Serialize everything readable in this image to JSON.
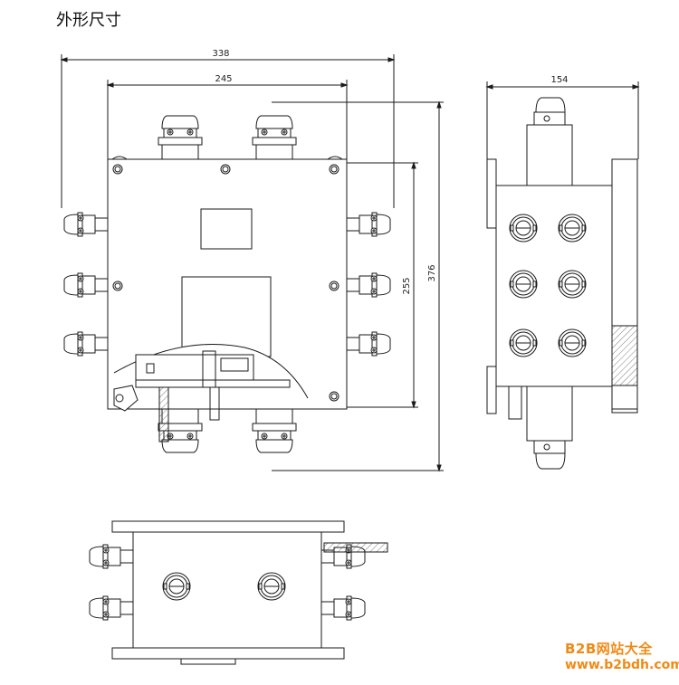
{
  "heading": "外形尺寸",
  "dimensions": {
    "overall_width": "338",
    "body_width": "245",
    "height_inner": "255",
    "height_overall": "376",
    "side_depth": "154"
  },
  "watermark": {
    "line1": "B2B网站大全",
    "line2": "www.b2bdh.com"
  },
  "colors": {
    "line": "#1a1a1a",
    "watermark": "#f08a14"
  }
}
